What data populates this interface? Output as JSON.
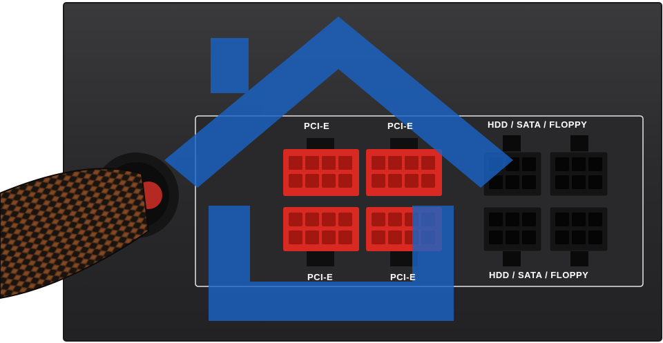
{
  "panel": {
    "top_labels": {
      "pcie_left": "PCI-E",
      "pcie_right": "PCI-E",
      "peripheral": "HDD / SATA / FLOPPY"
    },
    "bottom_labels": {
      "pcie_left": "PCI-E",
      "pcie_right": "PCI-E",
      "peripheral": "HDD / SATA / FLOPPY"
    }
  },
  "colors": {
    "chassis": "#2b2b2d",
    "pcie_connector": "#d82a22",
    "peripheral_connector": "#141414",
    "panel_outline": "#e6e6e6",
    "overlay_icon": "#1b63c4"
  },
  "overlay": {
    "icon": "house-icon"
  }
}
